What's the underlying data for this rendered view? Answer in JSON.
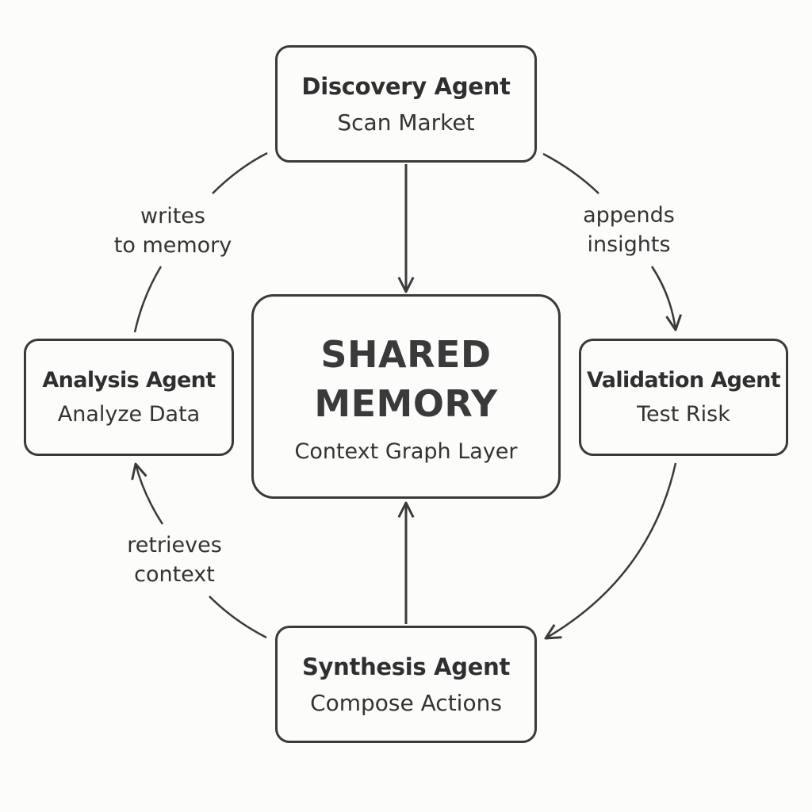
{
  "nodes": {
    "discovery": {
      "title": "Discovery Agent",
      "subtitle": "Scan Market"
    },
    "analysis": {
      "title": "Analysis Agent",
      "subtitle": "Analyze Data"
    },
    "validation": {
      "title": "Validation Agent",
      "subtitle": "Test Risk"
    },
    "synthesis": {
      "title": "Synthesis Agent",
      "subtitle": "Compose Actions"
    },
    "center": {
      "title": "SHARED MEMORY",
      "subtitle": "Context Graph Layer"
    }
  },
  "edges": {
    "writes": {
      "line1": "writes",
      "line2": "to memory"
    },
    "appends": {
      "line1": "appends",
      "line2": "insights"
    },
    "retrieves": {
      "line1": "retrieves",
      "line2": "context"
    }
  },
  "colors": {
    "stroke": "#3a3a3a",
    "text": "#333333",
    "background": "#fcfcfa"
  }
}
